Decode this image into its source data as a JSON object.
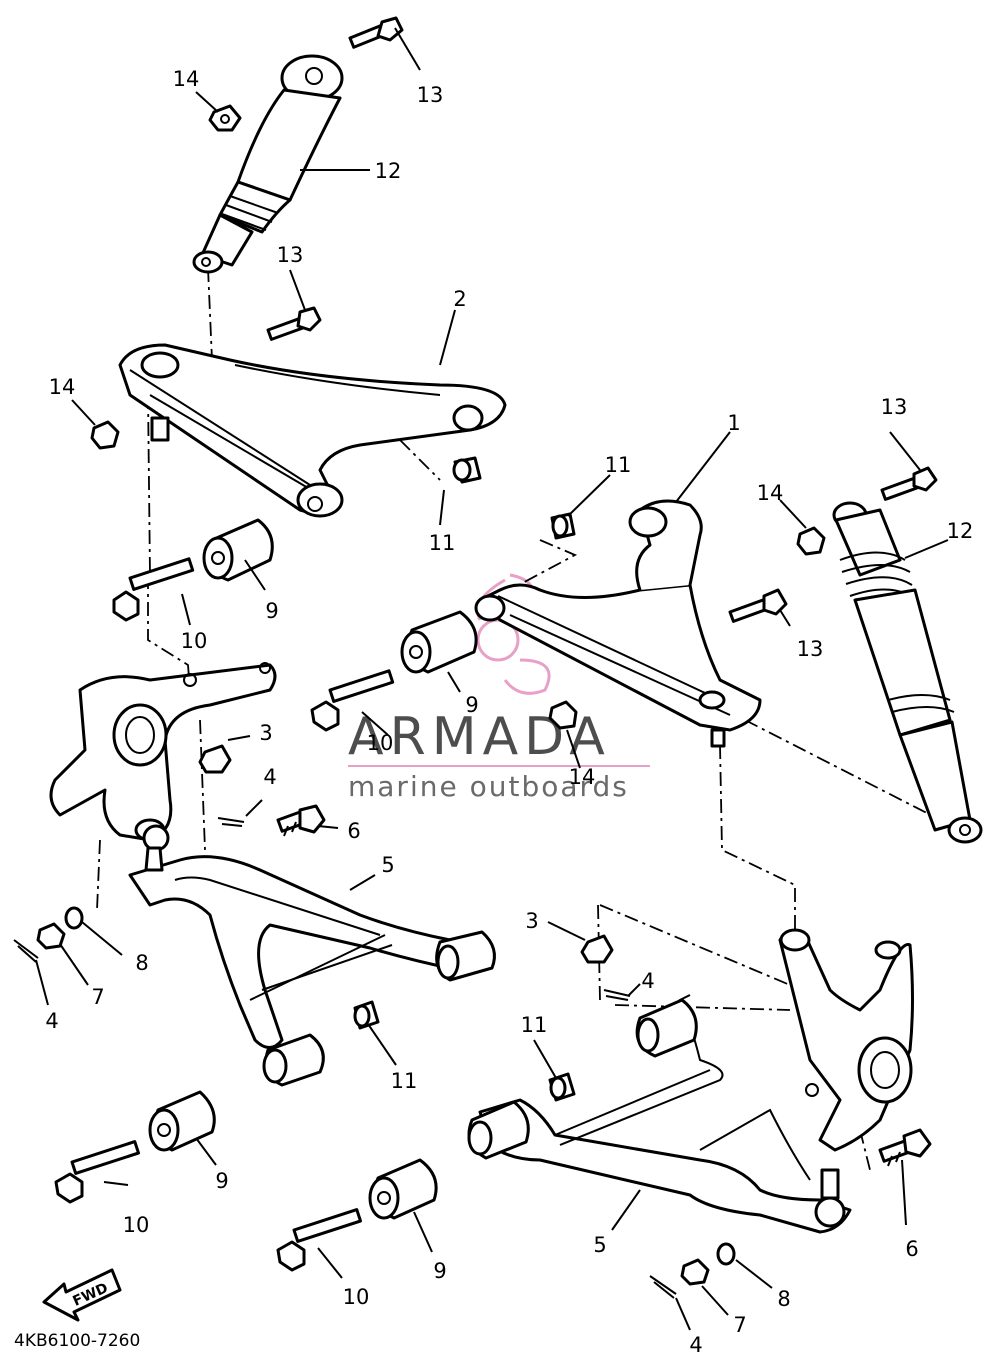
{
  "diagram": {
    "part_code": "4KB6100-7260",
    "fwd_label": "FWD",
    "watermark": {
      "brand": "ARMADA",
      "tagline": "marine outboards",
      "accent_color": "#e8a0c8"
    },
    "callouts": [
      {
        "id": "c14a",
        "label": "14"
      },
      {
        "id": "c13a",
        "label": "13"
      },
      {
        "id": "c12a",
        "label": "12"
      },
      {
        "id": "c13b",
        "label": "13"
      },
      {
        "id": "c2",
        "label": "2"
      },
      {
        "id": "c14b",
        "label": "14"
      },
      {
        "id": "c11a",
        "label": "11"
      },
      {
        "id": "c9a",
        "label": "9"
      },
      {
        "id": "c10a",
        "label": "10"
      },
      {
        "id": "c3a",
        "label": "3"
      },
      {
        "id": "c4a",
        "label": "4"
      },
      {
        "id": "c6a",
        "label": "6"
      },
      {
        "id": "c5a",
        "label": "5"
      },
      {
        "id": "c8a",
        "label": "8"
      },
      {
        "id": "c7a",
        "label": "7"
      },
      {
        "id": "c4b",
        "label": "4"
      },
      {
        "id": "c11b",
        "label": "11"
      },
      {
        "id": "c9b",
        "label": "9"
      },
      {
        "id": "c10b",
        "label": "10"
      },
      {
        "id": "c1",
        "label": "1"
      },
      {
        "id": "c11c",
        "label": "11"
      },
      {
        "id": "c14c",
        "label": "14"
      },
      {
        "id": "c13c",
        "label": "13"
      },
      {
        "id": "c12b",
        "label": "12"
      },
      {
        "id": "c13d",
        "label": "13"
      },
      {
        "id": "c9c",
        "label": "9"
      },
      {
        "id": "c10c",
        "label": "10"
      },
      {
        "id": "c14d",
        "label": "14"
      },
      {
        "id": "c3b",
        "label": "3"
      },
      {
        "id": "c4c",
        "label": "4"
      },
      {
        "id": "c11d",
        "label": "11"
      },
      {
        "id": "c11e",
        "label": "11"
      },
      {
        "id": "c6b",
        "label": "6"
      },
      {
        "id": "c5b",
        "label": "5"
      },
      {
        "id": "c9d",
        "label": "9"
      },
      {
        "id": "c10d",
        "label": "10"
      },
      {
        "id": "c10e",
        "label": "10"
      },
      {
        "id": "c9e",
        "label": "9"
      },
      {
        "id": "c8b",
        "label": "8"
      },
      {
        "id": "c7b",
        "label": "7"
      },
      {
        "id": "c4d",
        "label": "4"
      }
    ]
  }
}
